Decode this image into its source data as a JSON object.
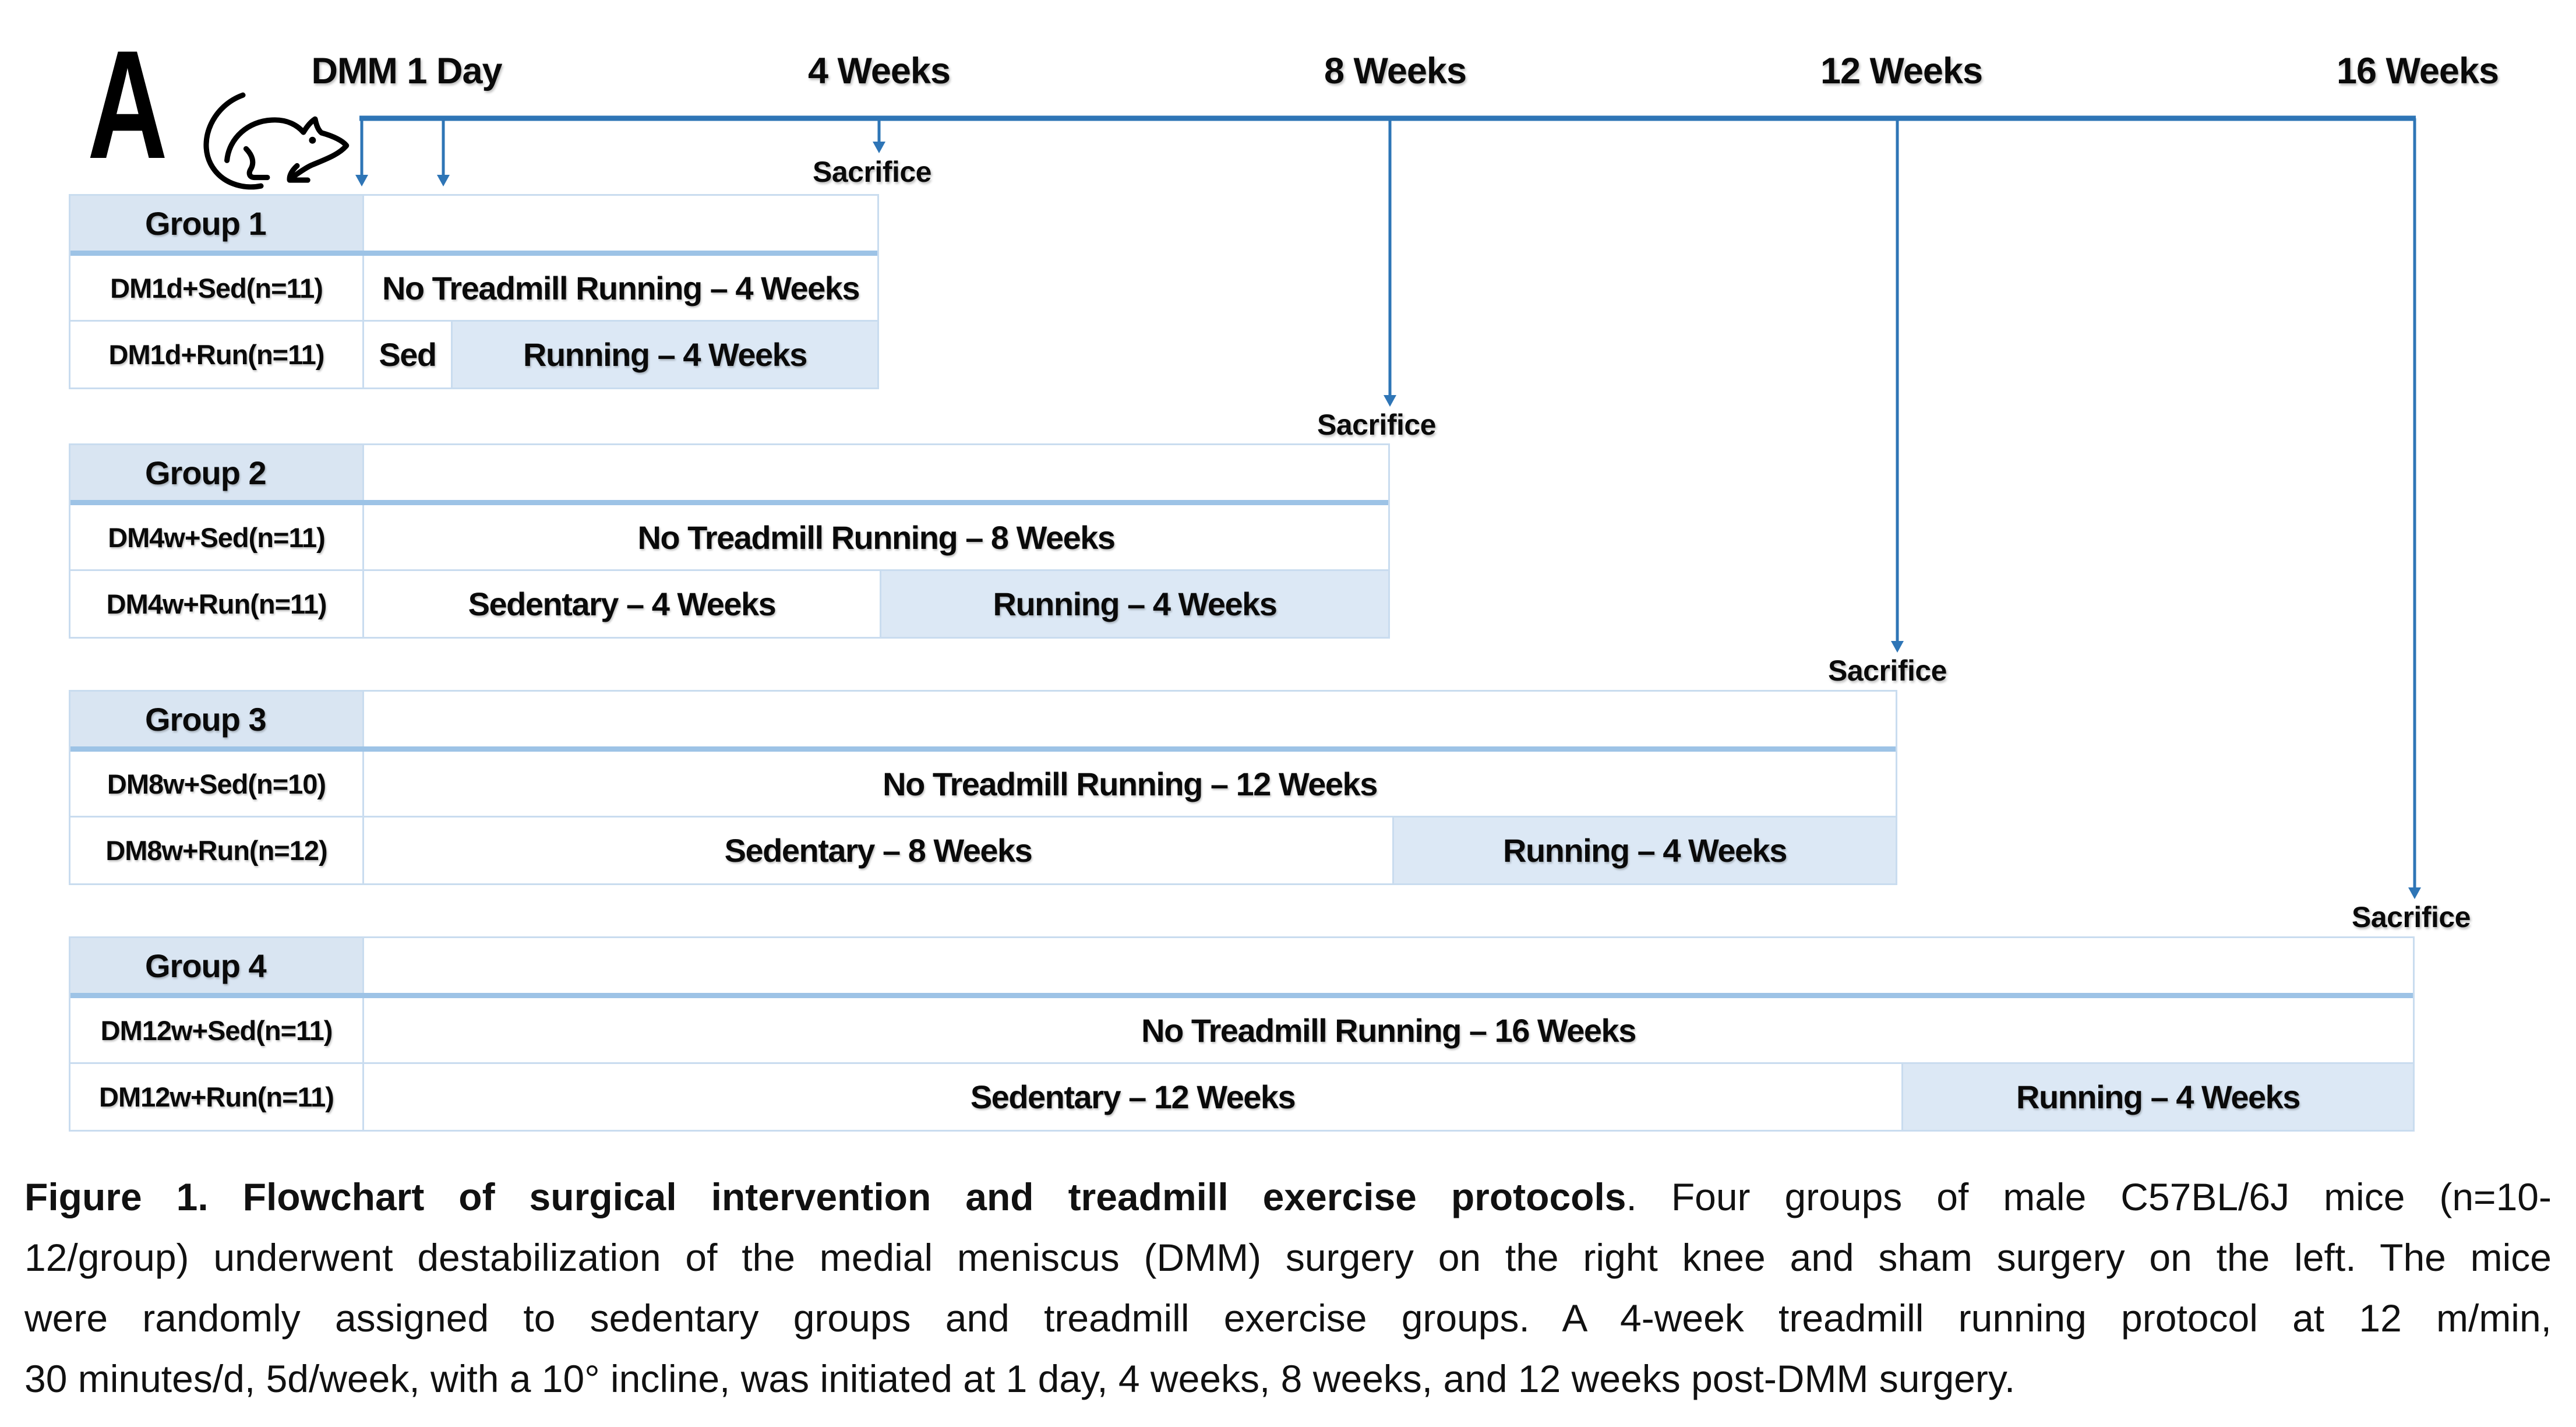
{
  "panel": {
    "label": "A"
  },
  "timeline": {
    "ticks": [
      "DMM 1 Day",
      "4 Weeks",
      "8 Weeks",
      "12 Weeks",
      "16 Weeks"
    ],
    "sacrifice": "Sacrifice"
  },
  "groups": [
    {
      "name": "Group 1",
      "sed": {
        "label": "DM1d+Sed(n=11)",
        "text": "No Treadmill Running – 4 Weeks"
      },
      "run": {
        "label": "DM1d+Run(n=11)",
        "sedentary": "Sed",
        "running": "Running – 4 Weeks"
      }
    },
    {
      "name": "Group 2",
      "sed": {
        "label": "DM4w+Sed(n=11)",
        "text": "No Treadmill Running – 8 Weeks"
      },
      "run": {
        "label": "DM4w+Run(n=11)",
        "sedentary": "Sedentary – 4 Weeks",
        "running": "Running – 4 Weeks"
      }
    },
    {
      "name": "Group 3",
      "sed": {
        "label": "DM8w+Sed(n=10)",
        "text": "No Treadmill Running – 12 Weeks"
      },
      "run": {
        "label": "DM8w+Run(n=12)",
        "sedentary": "Sedentary – 8 Weeks",
        "running": "Running – 4 Weeks"
      }
    },
    {
      "name": "Group 4",
      "sed": {
        "label": "DM12w+Sed(n=11)",
        "text": "No Treadmill Running – 16 Weeks"
      },
      "run": {
        "label": "DM12w+Run(n=11)",
        "sedentary": "Sedentary – 12 Weeks",
        "running": "Running – 4 Weeks"
      }
    }
  ],
  "caption": {
    "line1_bold": "Figure 1. Flowchart of surgical intervention and treadmill exercise protocols",
    "line1_rest": ". Four groups of male C57BL/6J mice (n=10-",
    "line2": "12/group) underwent destabilization of the medial meniscus (DMM) surgery on the right knee and sham surgery on the left. The mice",
    "line3": "were randomly assigned to sedentary groups and treadmill exercise groups. A 4-week treadmill running protocol at 12 m/min,",
    "line4": "30 minutes/d, 5d/week, with a 10° incline, was initiated at 1 day, 4 weeks, 8 weeks, and 12 weeks post-DMM surgery."
  },
  "colors": {
    "timeline_blue": "#2e75b6",
    "cell_blue": "#dce8f5",
    "header_fill": "#d9e5f2",
    "border_light": "#c9dcef",
    "border_accent": "#9dc3e6"
  }
}
